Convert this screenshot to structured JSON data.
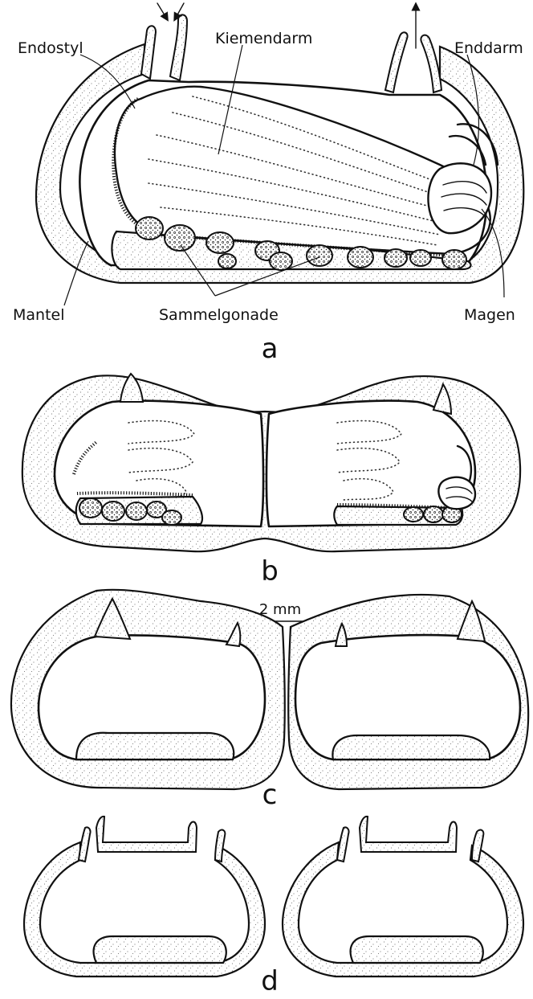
{
  "panels": {
    "a": {
      "letter": "a",
      "labels": {
        "endostyl": "Endostyl",
        "kiemendarm": "Kiemendarm",
        "enddarm": "Enddarm",
        "mantel": "Mantel",
        "sammelgonade": "Sammelgonade",
        "magen": "Magen"
      }
    },
    "b": {
      "letter": "b"
    },
    "c": {
      "letter": "c"
    },
    "d": {
      "letter": "d"
    }
  },
  "scale_bar": {
    "label": "2 mm"
  },
  "colors": {
    "ink": "#111111",
    "paper": "#ffffff",
    "stipple": "#555555"
  },
  "icons": {
    "inflow": "double-arrow-in-icon",
    "outflow": "arrow-out-icon"
  }
}
